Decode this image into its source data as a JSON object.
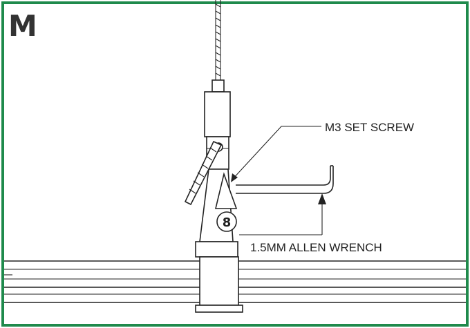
{
  "step": {
    "letter": "M"
  },
  "badge": {
    "number": "8"
  },
  "callouts": {
    "set_screw": "M3 SET SCREW",
    "allen_wrench": "1.5MM ALLEN WRENCH"
  },
  "colors": {
    "frame": "#1f8a4c",
    "line": "#222222",
    "step_letter": "#333333"
  }
}
